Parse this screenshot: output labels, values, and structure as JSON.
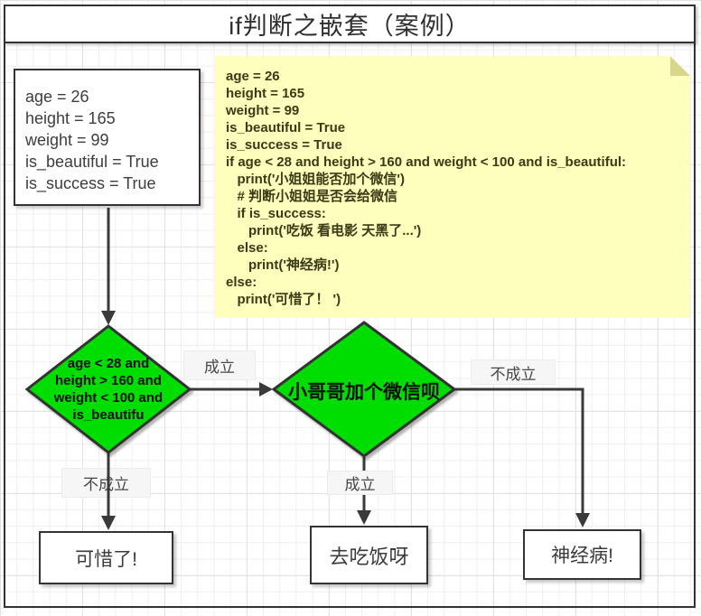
{
  "title": "if判断之嵌套（案例）",
  "code_box": {
    "lines": [
      "age = 26",
      "height = 165",
      "weight = 99",
      "is_beautiful = True",
      "is_success = True"
    ]
  },
  "note": {
    "code_lines": [
      "age = 26",
      "height = 165",
      "weight = 99",
      "is_beautiful = True",
      "is_success = True",
      "if age < 28 and height > 160 and weight < 100 and is_beautiful:",
      "   print('小姐姐能否加个微信')",
      "   # 判断小姐姐是否会给微信",
      "   if is_success:",
      "      print('吃饭 看电影 天黑了...')",
      "   else:",
      "      print('神经病!')",
      "else:",
      "   print('可惜了！ ')"
    ]
  },
  "flow": {
    "diamond1": {
      "line1": "age < 28 and",
      "line2": "height > 160 and",
      "line3": "weight < 100 and",
      "line4": "is_beautifu"
    },
    "diamond2": {
      "label": "小哥哥加个微信呗"
    },
    "edge_labels": {
      "cond1_true": "成立",
      "cond1_false": "不成立",
      "cond2_true": "成立",
      "cond2_false": "不成立"
    },
    "results": {
      "regret": "可惜了!",
      "eat": "去吃饭呀",
      "crazy": "神经病!"
    }
  },
  "colors": {
    "diamond_fill": "#00dd00",
    "shape_border": "#333333",
    "note_bg": "#ffffbd",
    "note_fold": "#d6d68c",
    "connector": "#3a3a3a"
  }
}
